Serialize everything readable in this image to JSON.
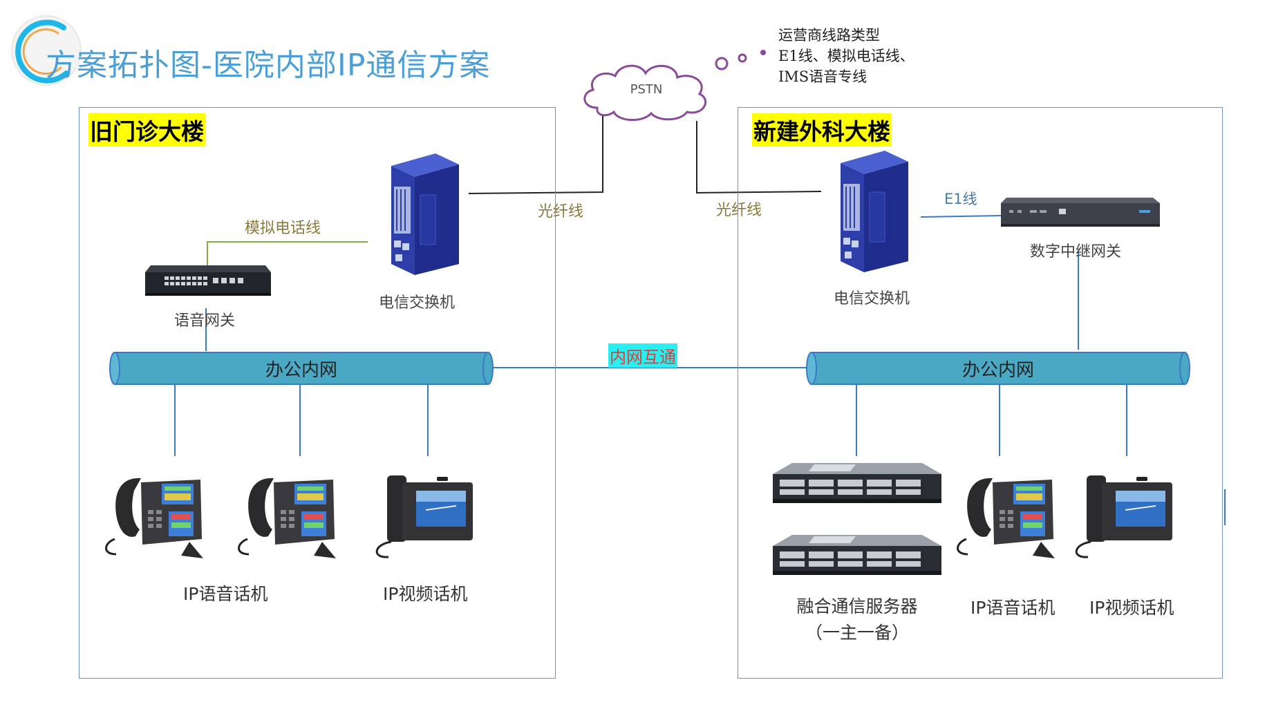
{
  "title": "方案拓扑图-医院内部IP通信方案",
  "cloud": {
    "label": "PSTN",
    "note_lines": [
      "运营商线路类型",
      "E1线、模拟电话线、",
      "IMS语音专线"
    ]
  },
  "buildings": {
    "left": {
      "name": "旧门诊大楼",
      "analog_line": "模拟电话线",
      "gateway": "语音网关",
      "switch": "电信交换机",
      "fiber": "光纤线",
      "office_net": "办公内网",
      "ip_voice": "IP语音话机",
      "ip_video": "IP视频话机"
    },
    "right": {
      "name": "新建外科大楼",
      "fiber": "光纤线",
      "switch": "电信交换机",
      "e1": "E1线",
      "trunk_gateway": "数字中继网关",
      "office_net": "办公内网",
      "server_line1": "融合通信服务器",
      "server_line2": "（一主一备）",
      "ip_voice": "IP语音话机",
      "ip_video": "IP视频话机"
    }
  },
  "intranet_link": "内网互通",
  "colors": {
    "title": "#4a9fd8",
    "building_border": "#6b8fc7",
    "highlight": "#ffff00",
    "pipe": "#4aa8c4",
    "intranet_bg": "#29f0f0",
    "intranet_text": "#e23b3b",
    "switch_blue": "#2d3ea8"
  }
}
